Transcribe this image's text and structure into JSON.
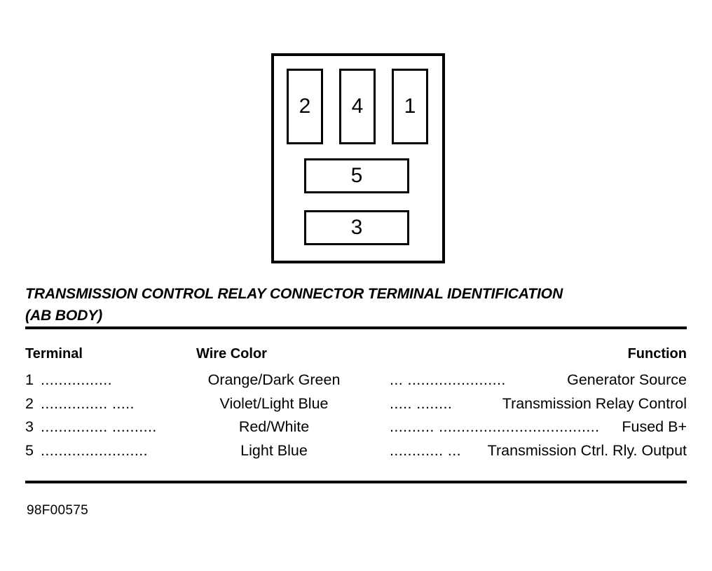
{
  "diagram": {
    "name": "transmission-control-relay-connector",
    "pins": [
      {
        "label": "2",
        "shape": "tall"
      },
      {
        "label": "4",
        "shape": "tall"
      },
      {
        "label": "1",
        "shape": "tall"
      },
      {
        "label": "5",
        "shape": "wide"
      },
      {
        "label": "3",
        "shape": "wide"
      }
    ]
  },
  "title": {
    "line1": "TRANSMISSION CONTROL RELAY CONNECTOR TERMINAL IDENTIFICATION",
    "line2": "(AB BODY)"
  },
  "table": {
    "headers": {
      "terminal": "Terminal",
      "wire_color": "Wire Color",
      "function": "Function"
    },
    "rows": [
      {
        "terminal": "1",
        "leader1": "................",
        "wire_color": "Orange/Dark Green",
        "leader2": "... ......................",
        "function": "Generator Source"
      },
      {
        "terminal": "2",
        "leader1": "............... .....",
        "wire_color": "Violet/Light Blue",
        "leader2": "..... ........",
        "function": "Transmission Relay Control"
      },
      {
        "terminal": "3",
        "leader1": "............... ..........",
        "wire_color": "Red/White",
        "leader2": ".......... ....................................",
        "function": "Fused B+"
      },
      {
        "terminal": "5",
        "leader1": "........................",
        "wire_color": "Light Blue",
        "leader2": "............ ...",
        "function": "Transmission Ctrl. Rly. Output"
      }
    ]
  },
  "footer": {
    "code": "98F00575"
  },
  "colors": {
    "ink": "#000000",
    "background": "#ffffff"
  }
}
